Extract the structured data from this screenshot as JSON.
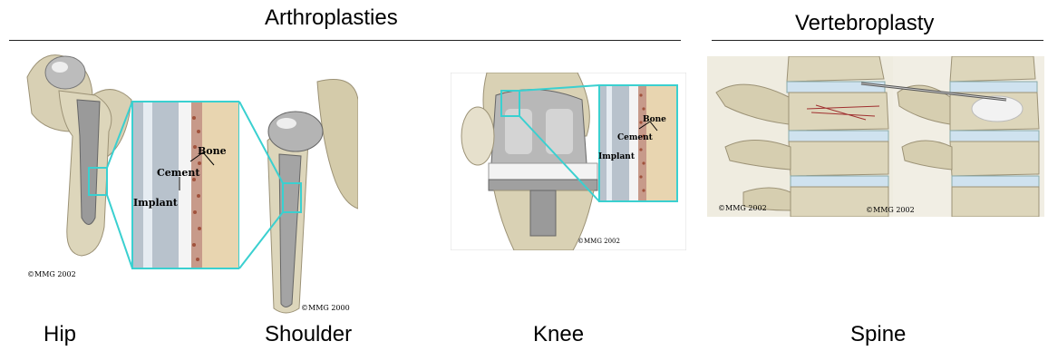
{
  "headings": {
    "arthroplasties": "Arthroplasties",
    "vertebroplasty": "Vertebroplasty"
  },
  "captions": {
    "hip": "Hip",
    "shoulder": "Shoulder",
    "knee": "Knee",
    "spine": "Spine"
  },
  "labels": {
    "bone": "Bone",
    "cement": "Cement",
    "implant": "Implant"
  },
  "copyrights": {
    "hip": "©MMG 2002",
    "shoulder": "©MMG 2000",
    "knee": "©MMG 2002",
    "spine_left": "©MMG 2002",
    "spine_right": "©MMG 2002"
  }
}
